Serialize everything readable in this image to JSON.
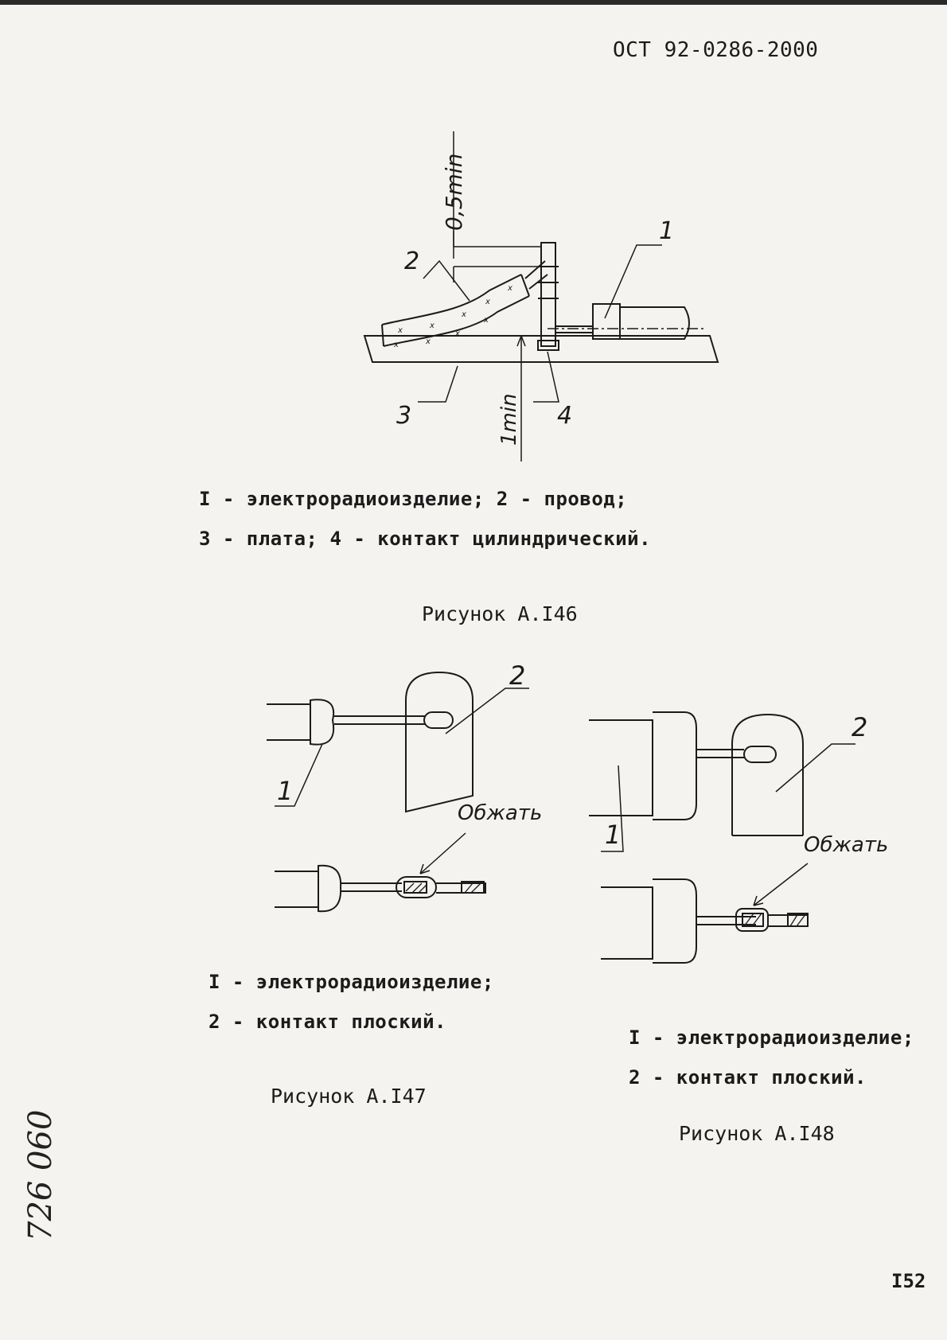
{
  "header": {
    "doc_code": "ОСТ 92-0286-2000"
  },
  "figure146": {
    "dim_top": "0,5min",
    "dim_bottom": "1min",
    "callouts": [
      "1",
      "2",
      "3",
      "4"
    ],
    "legend_line1": "I - электрорадиоизделие; 2 - провод;",
    "legend_line2": "3 - плата; 4 - контакт цилиндрический.",
    "caption": "Рисунок А.I46"
  },
  "figure147": {
    "callouts": [
      "1",
      "2"
    ],
    "crimp_label": "Обжать",
    "legend_line1": "I - электрорадиоизделие;",
    "legend_line2": "2 - контакт плоский.",
    "caption": "Рисунок А.I47"
  },
  "figure148": {
    "callouts": [
      "1",
      "2"
    ],
    "crimp_label": "Обжать",
    "legend_line1": "I - электрорадиоизделие;",
    "legend_line2": "2 - контакт плоский.",
    "caption": "Рисунок А.I48"
  },
  "footer": {
    "page_number": "I52",
    "stamp": "726 060"
  }
}
